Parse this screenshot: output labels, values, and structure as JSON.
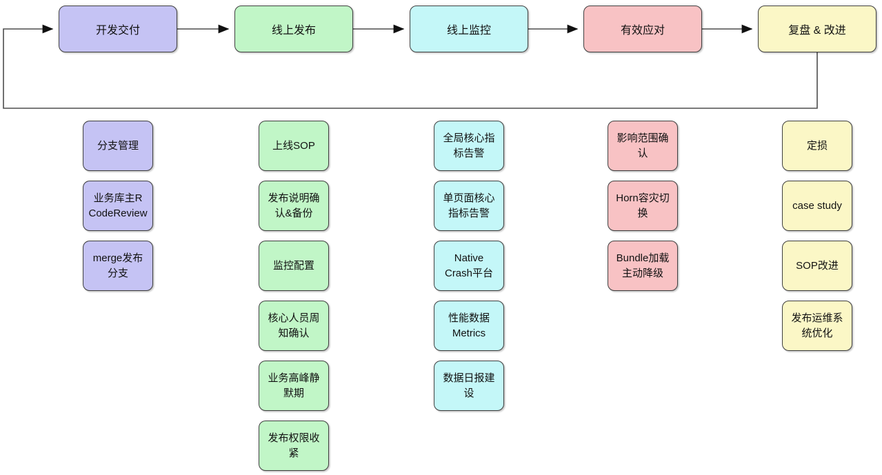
{
  "diagram": {
    "title": "release-process-flow",
    "line_color": "#4d4d4d",
    "border_color": "#3f3f3f",
    "text_color": "#111111",
    "stages": [
      {
        "label": "开发交付",
        "fill": "#c5c3f4",
        "items": [
          "分支管理",
          "业务库主R CodeReview",
          "merge发布分支"
        ]
      },
      {
        "label": "线上发布",
        "fill": "#c1f6c7",
        "items": [
          "上线SOP",
          "发布说明确认&备份",
          "监控配置",
          "核心人员周知确认",
          "业务高峰静默期",
          "发布权限收紧"
        ]
      },
      {
        "label": "线上监控",
        "fill": "#c4f7f8",
        "items": [
          "全局核心指标告警",
          "单页面核心指标告警",
          "Native Crash平台",
          "性能数据Metrics",
          "数据日报建设"
        ]
      },
      {
        "label": "有效应对",
        "fill": "#f8c2c4",
        "items": [
          "影响范围确认",
          "Horn容灾切换",
          "Bundle加载主动降级"
        ]
      },
      {
        "label": "复盘 & 改进",
        "fill": "#fbf7c6",
        "items": [
          "定损",
          "case study",
          "SOP改进",
          "发布运维系统优化"
        ]
      }
    ]
  }
}
